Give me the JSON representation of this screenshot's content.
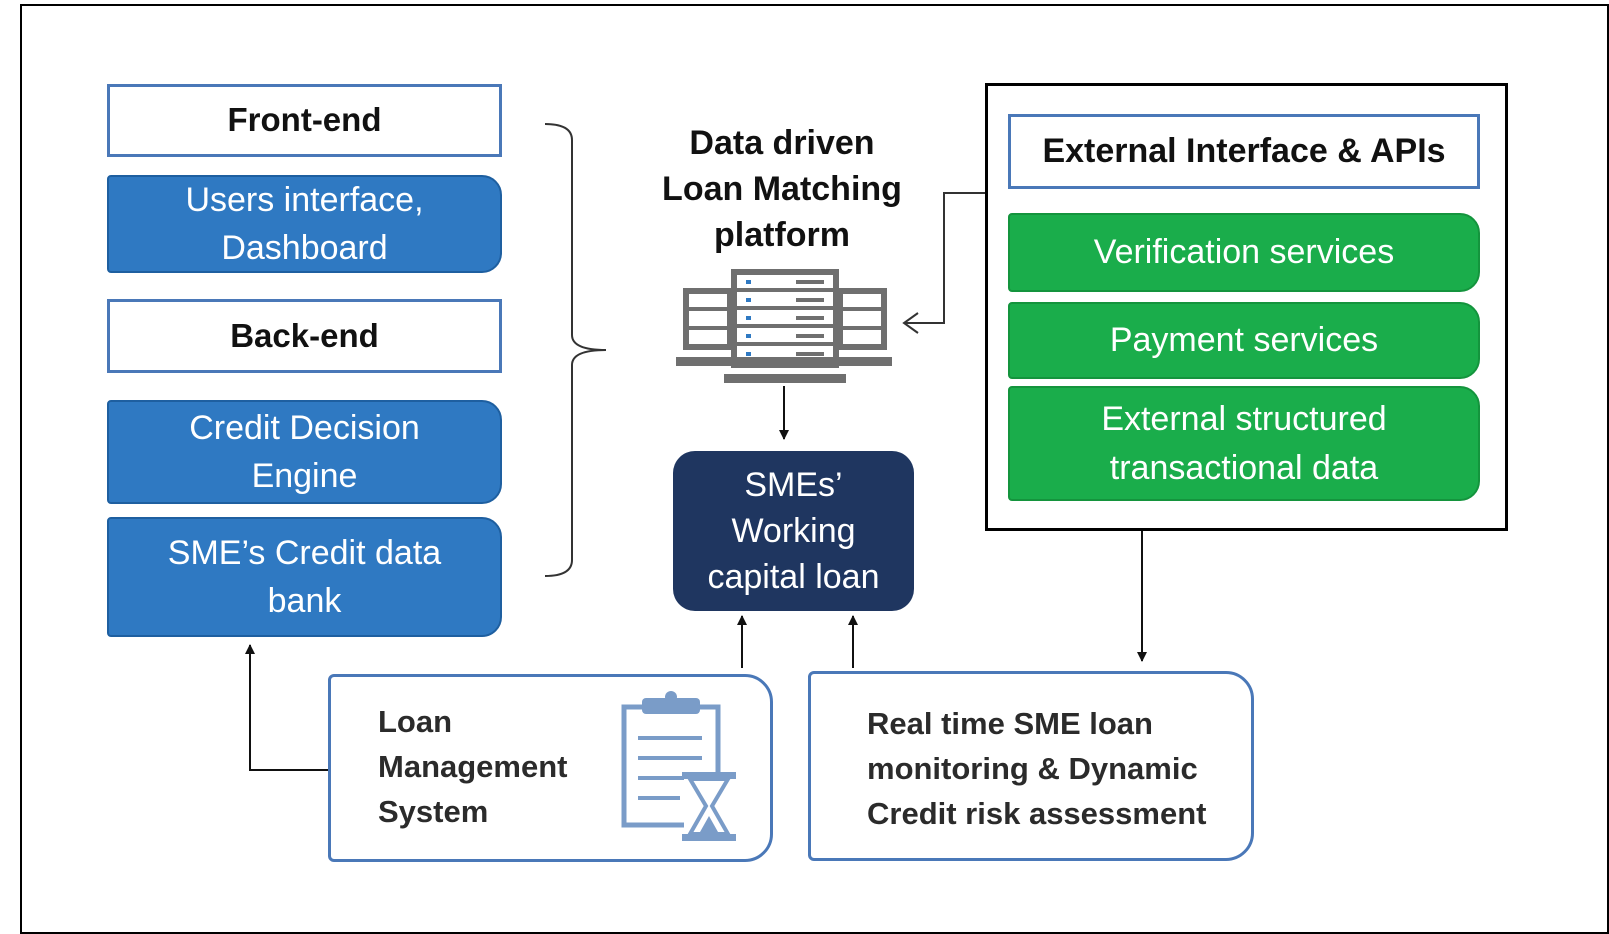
{
  "left_stack": {
    "front_end": "Front-end",
    "users_interface": "Users interface,\nDashboard",
    "back_end": "Back-end",
    "credit_decision": "Credit Decision\nEngine",
    "credit_data_bank": "SME’s Credit data\nbank"
  },
  "center": {
    "platform_title": "Data driven\nLoan Matching\nplatform",
    "working_capital": "SMEs’\nWorking\ncapital loan"
  },
  "external": {
    "title": "External Interface & APIs",
    "verification": "Verification services",
    "payment": "Payment services",
    "structured_data": "External structured\ntransactional data"
  },
  "bottom": {
    "loan_management": "Loan\nManagement\nSystem",
    "monitoring": "Real time SME loan\nmonitoring & Dynamic\nCredit risk assessment"
  },
  "colors": {
    "blue": "#2f79c2",
    "green": "#1aad4b",
    "navy": "#1f3660",
    "outline": "#4a78b8"
  },
  "icons": [
    "server-rack-icon",
    "clipboard-hourglass-icon"
  ]
}
